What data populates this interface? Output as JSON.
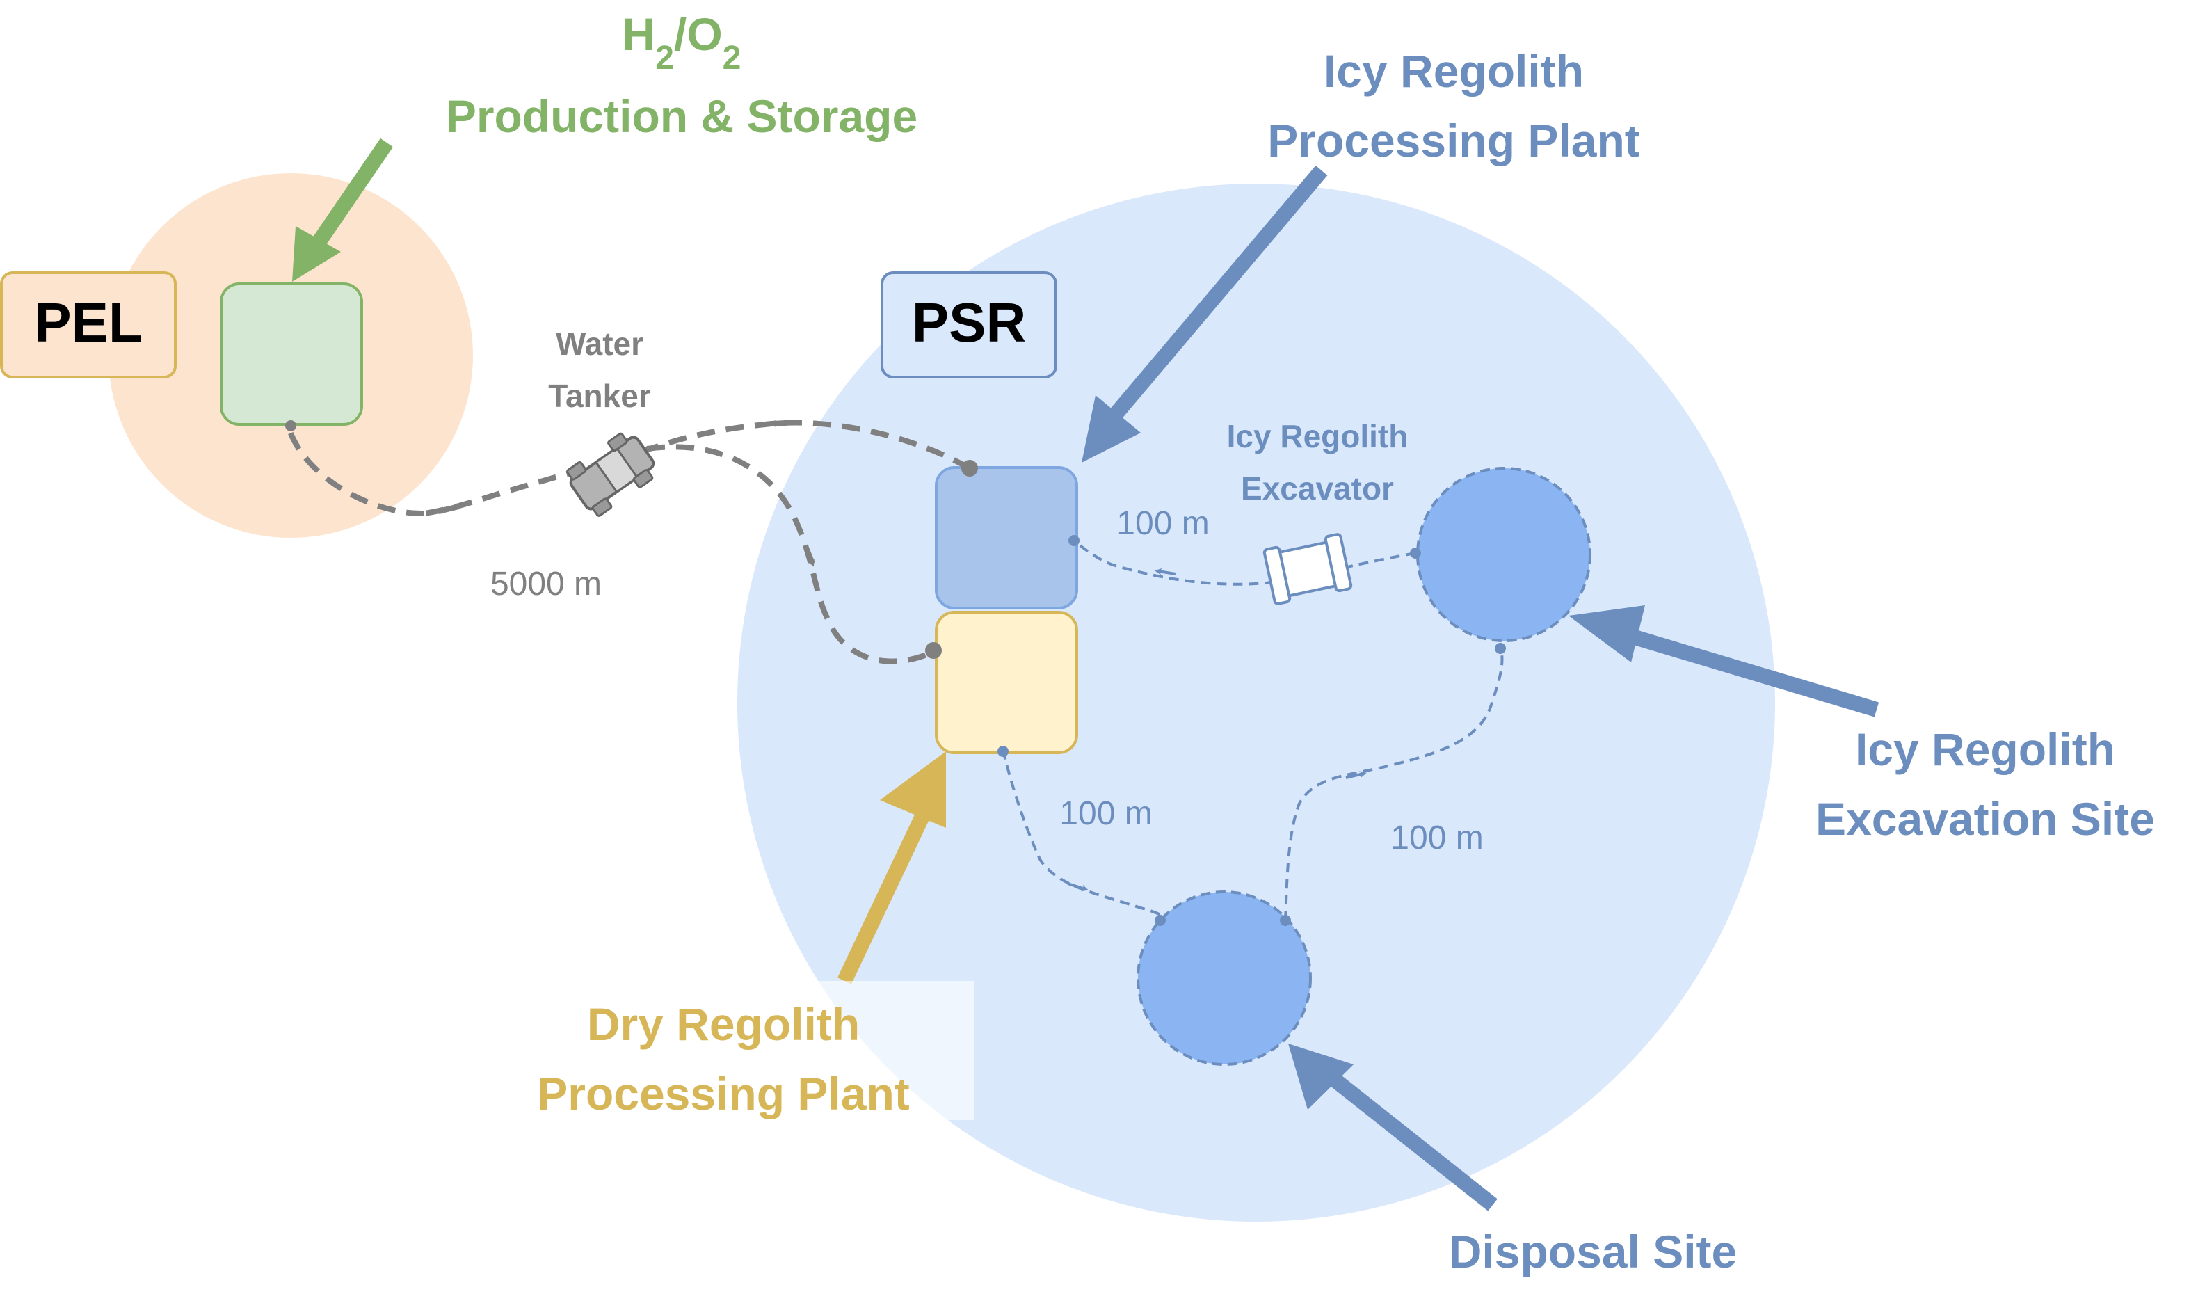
{
  "labels": {
    "h2o2_line1_h": "H",
    "h2o2_line1_sub1": "2",
    "h2o2_line1_mid": "/O",
    "h2o2_line1_sub2": "2",
    "h2o2_line2": "Production & Storage",
    "pel": "PEL",
    "psr": "PSR",
    "water_tanker_line1": "Water",
    "water_tanker_line2": "Tanker",
    "icy_plant_line1": "Icy Regolith",
    "icy_plant_line2": "Processing Plant",
    "icy_excavator_line1": "Icy Regolith",
    "icy_excavator_line2": "Excavator",
    "excavation_site_line1": "Icy Regolith",
    "excavation_site_line2": "Excavation Site",
    "dry_plant_line1": "Dry Regolith",
    "dry_plant_line2": "Processing Plant",
    "disposal_site": "Disposal Site"
  },
  "distances": {
    "tanker_route": "5000 m",
    "excavator_route": "100 m",
    "dry_to_disposal": "100 m",
    "disposal_to_excavation": "100 m"
  },
  "colors": {
    "green": "#82b366",
    "green_fill": "#d5e8d4",
    "blue_dark": "#6c8ebf",
    "blue_fill": "#a9c4eb",
    "blue_site": "#8bb5f2",
    "psr_fill": "#dae8fc",
    "pel_fill": "#fde4cf",
    "gold": "#d6b656",
    "gold_fill": "#fff2cc",
    "gray": "#808080"
  },
  "icons": {
    "tanker": "rover-icon",
    "excavator": "rover-icon"
  }
}
